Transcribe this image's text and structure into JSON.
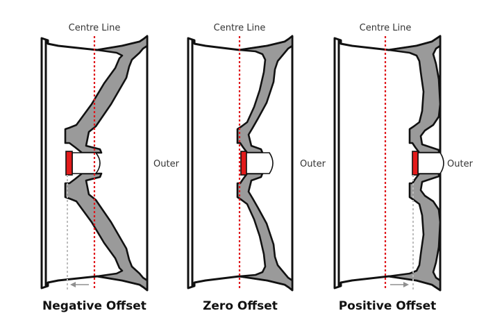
{
  "diagrams": [
    {
      "title": "Negative Offset",
      "centre_label": "Centre Line",
      "outer_label": "Outer",
      "offset": "negative"
    },
    {
      "title": "Zero Offset",
      "centre_label": "Centre Line",
      "outer_label": "Outer",
      "offset": "zero"
    },
    {
      "title": "Positive Offset",
      "centre_label": "Centre Line",
      "outer_label": "Outer",
      "offset": "positive"
    }
  ],
  "colors": {
    "centre_line": "#e0161b",
    "mounting_face": "#e31b1b",
    "spoke_fill": "#9a9a9a",
    "outline": "#111111",
    "arrow": "#8f8f8f"
  }
}
